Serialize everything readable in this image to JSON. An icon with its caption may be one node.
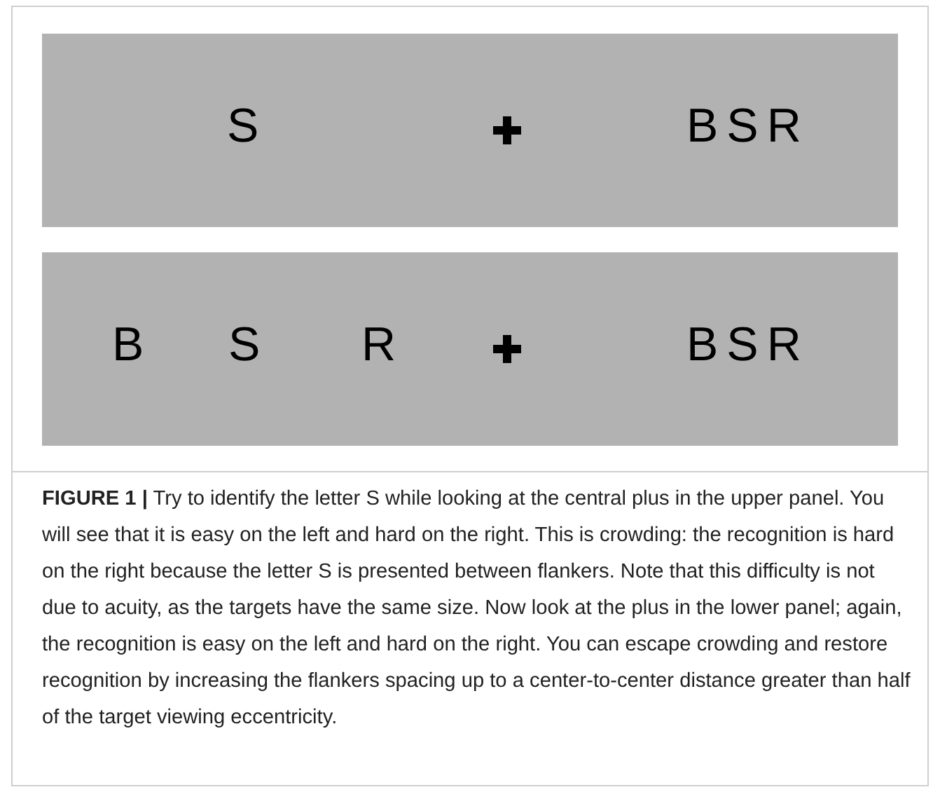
{
  "diagram": {
    "caption": "**FIGURE 1 |** Try to identify the letter S while looking at the central plus in the upper panel. You will see that it is easy on the left and hard on the right. This is crowding: the recognition is hard on the right because the letter S is presented between flankers. Note that this difficulty is not due to acuity, as the targets have the same size. Now look at the plus in the lower panel; again, the recognition is easy on the left and hard on the right. You can escape crowding and restore recognition by increasing the flankers spacing up to a center-to-center distance greater than half of the target viewing eccentricity.",
    "nodes": [
      {
        "text": [
          "S",
          "BSR"
        ]
      },
      {
        "text": [
          "B",
          "S",
          "R",
          "BSR"
        ]
      }
    ]
  }
}
